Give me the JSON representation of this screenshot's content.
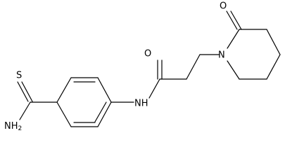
{
  "atom_labels": {
    "thioamide_sulfur": "S",
    "thioamide_amine": "NH",
    "thioamide_amine_subscript": "2",
    "amide_nitrogen": "NH",
    "amide_oxygen": "O",
    "lactam_oxygen": "O",
    "ring_nitrogen": "N"
  },
  "colors": {
    "bond": "#000000",
    "label": "#000000",
    "background": "#ffffff"
  }
}
